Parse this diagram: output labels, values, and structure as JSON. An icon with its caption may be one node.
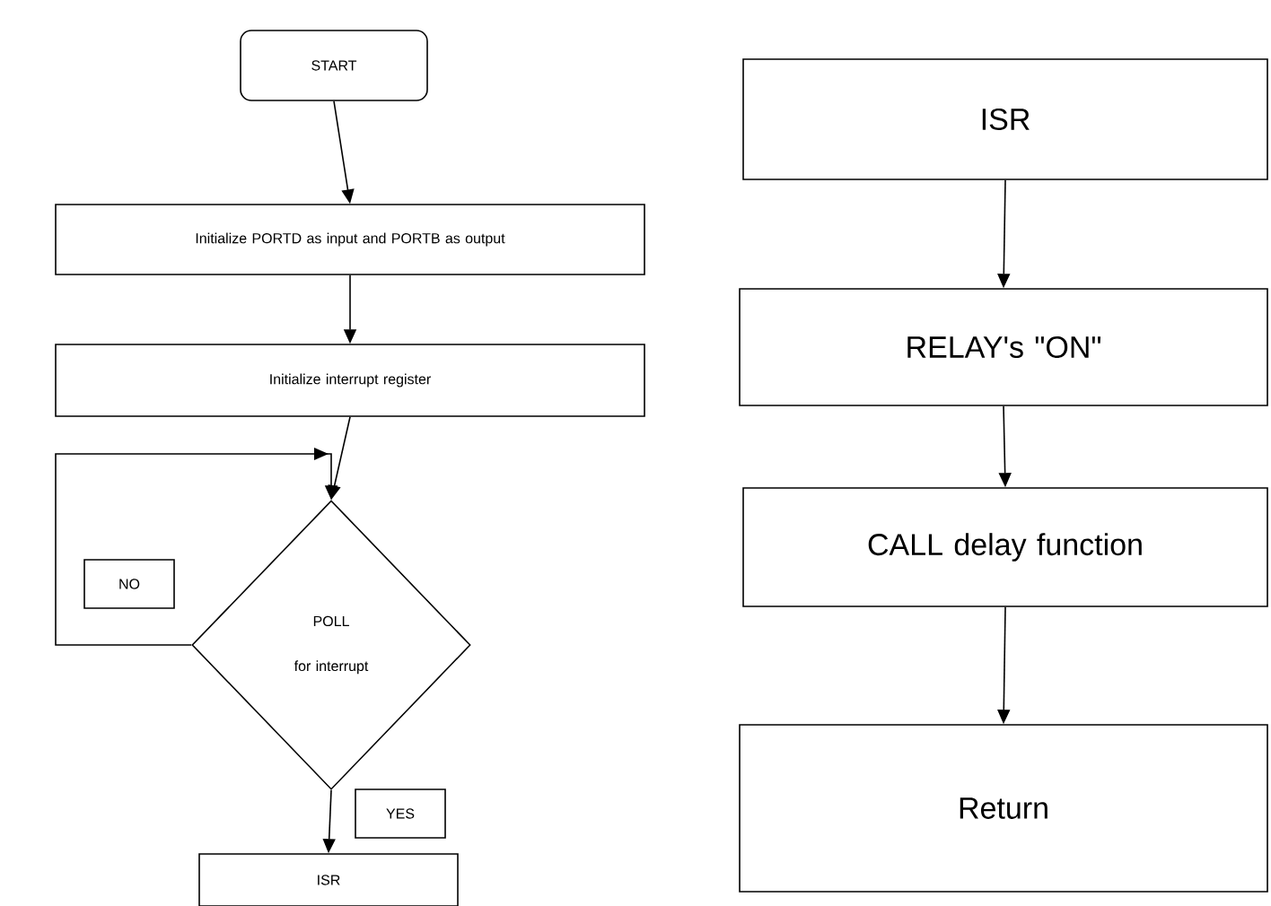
{
  "diagram": {
    "nodes": [
      {
        "text": [
          "START"
        ]
      },
      {
        "text": [
          "Initialize PORTD as input and PORTB as output"
        ]
      },
      {
        "text": [
          "Initialize interrupt register"
        ]
      },
      {
        "text": [
          "POLL",
          "for interrupt"
        ]
      },
      {
        "text": [
          "NO"
        ]
      },
      {
        "text": [
          "YES"
        ]
      },
      {
        "text": [
          "ISR"
        ]
      },
      {
        "text": [
          "ISR"
        ]
      },
      {
        "text": [
          "RELAY's \"ON\""
        ]
      },
      {
        "text": [
          "CALL delay function"
        ]
      },
      {
        "text": [
          "Return"
        ]
      }
    ],
    "edges": [
      {
        "from": 0,
        "to": 1,
        "arrow": "to"
      },
      {
        "from": 1,
        "to": 2,
        "arrow": "to"
      },
      {
        "from": 2,
        "to": 3,
        "arrow": "to"
      },
      {
        "from": 3,
        "to": 3,
        "arrow": "to"
      },
      {
        "from": 3,
        "to": 6,
        "arrow": "to"
      },
      {
        "from": 7,
        "to": 8,
        "arrow": "to"
      },
      {
        "from": 8,
        "to": 9,
        "arrow": "to"
      },
      {
        "from": 9,
        "to": 10,
        "arrow": "to"
      }
    ]
  }
}
